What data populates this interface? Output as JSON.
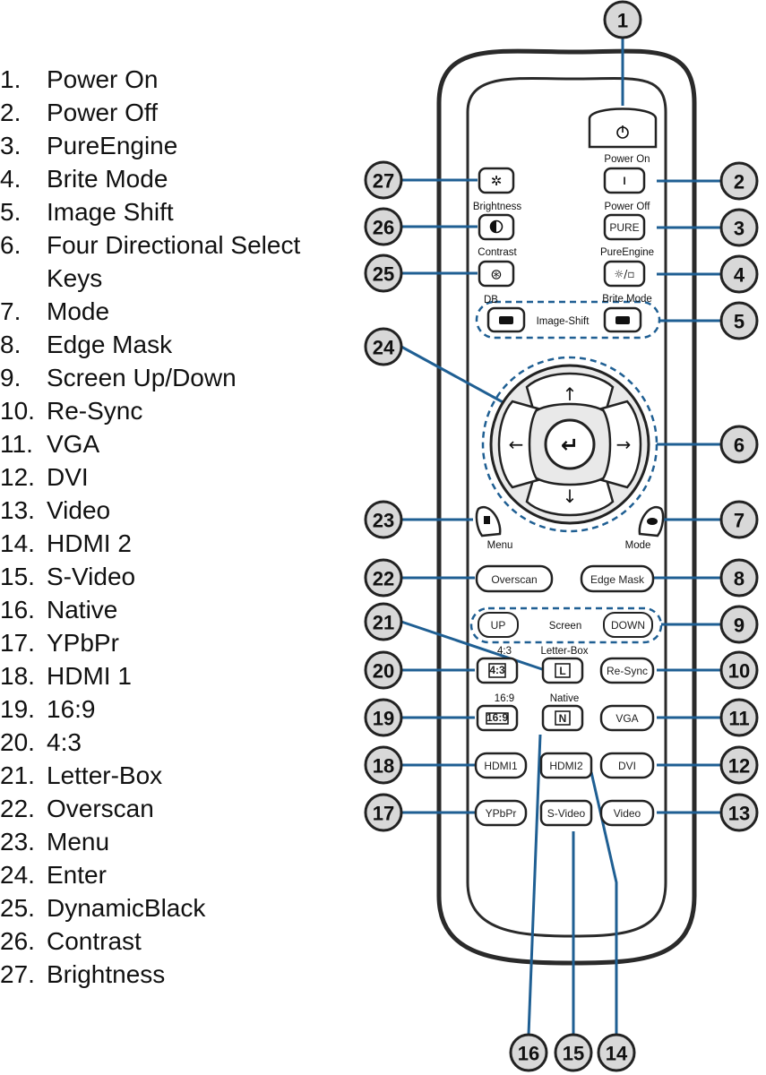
{
  "legend": [
    {
      "num": "1.",
      "label": "Power On"
    },
    {
      "num": "2.",
      "label": "Power Off"
    },
    {
      "num": "3.",
      "label": "PureEngine"
    },
    {
      "num": "4.",
      "label": "Brite Mode"
    },
    {
      "num": "5.",
      "label": "Image Shift"
    },
    {
      "num": "6.",
      "label": "Four Directional Select Keys"
    },
    {
      "num": "7.",
      "label": "Mode"
    },
    {
      "num": "8.",
      "label": "Edge Mask"
    },
    {
      "num": "9.",
      "label": "Screen Up/Down"
    },
    {
      "num": "10.",
      "label": "Re-Sync"
    },
    {
      "num": "11.",
      "label": "VGA"
    },
    {
      "num": "12.",
      "label": "DVI"
    },
    {
      "num": "13.",
      "label": "Video"
    },
    {
      "num": "14.",
      "label": "HDMI 2"
    },
    {
      "num": "15.",
      "label": "S-Video"
    },
    {
      "num": "16.",
      "label": "Native"
    },
    {
      "num": "17.",
      "label": "YPbPr"
    },
    {
      "num": "18.",
      "label": "HDMI 1"
    },
    {
      "num": "19.",
      "label": "16:9"
    },
    {
      "num": "20.",
      "label": "4:3"
    },
    {
      "num": "21.",
      "label": "Letter-Box"
    },
    {
      "num": "22.",
      "label": "Overscan"
    },
    {
      "num": "23.",
      "label": "Menu"
    },
    {
      "num": "24.",
      "label": "Enter"
    },
    {
      "num": "25.",
      "label": "DynamicBlack"
    },
    {
      "num": "26.",
      "label": "Contrast"
    },
    {
      "num": "27.",
      "label": "Brightness"
    }
  ],
  "remote": {
    "captions": {
      "power_on": "Power On",
      "power_off": "Power Off",
      "pure_engine": "PureEngine",
      "brite_mode": "Brite Mode",
      "brightness": "Brightness",
      "contrast": "Contrast",
      "db": "DB",
      "image_shift": "Image-Shift",
      "menu": "Menu",
      "mode": "Mode",
      "screen": "Screen",
      "ratio_4_3": "4:3",
      "letter_box": "Letter-Box",
      "ratio_16_9": "16:9",
      "native": "Native"
    },
    "buttons": {
      "power_off": "I",
      "pure": "PURE",
      "overscan": "Overscan",
      "edge_mask": "Edge Mask",
      "up": "UP",
      "down": "DOWN",
      "re_sync": "Re-Sync",
      "vga": "VGA",
      "hdmi1": "HDMI1",
      "hdmi2": "HDMI2",
      "dvi": "DVI",
      "ypbpr": "YPbPr",
      "s_video": "S-Video",
      "video": "Video",
      "key_4_3": "4:3",
      "key_16_9": "16:9",
      "key_letterbox": "L",
      "key_native": "N"
    },
    "icons": {
      "power": "power-icon",
      "brightness": "sun-icon",
      "contrast": "contrast-icon",
      "dynamic_black": "aperture-icon",
      "brite_mode": "lamp-icon",
      "enter": "enter-icon",
      "arrows": [
        "arrow-up-icon",
        "arrow-down-icon",
        "arrow-left-icon",
        "arrow-right-icon"
      ]
    }
  },
  "callouts": [
    "1",
    "2",
    "3",
    "4",
    "5",
    "6",
    "7",
    "8",
    "9",
    "10",
    "11",
    "12",
    "13",
    "14",
    "15",
    "16",
    "17",
    "18",
    "19",
    "20",
    "21",
    "22",
    "23",
    "24",
    "25",
    "26",
    "27"
  ],
  "colors": {
    "callout_line": "#1f5f93",
    "callout_fill": "#d8d8d8",
    "remote_body": "#ffffff",
    "remote_outline": "#2a2a2a"
  }
}
